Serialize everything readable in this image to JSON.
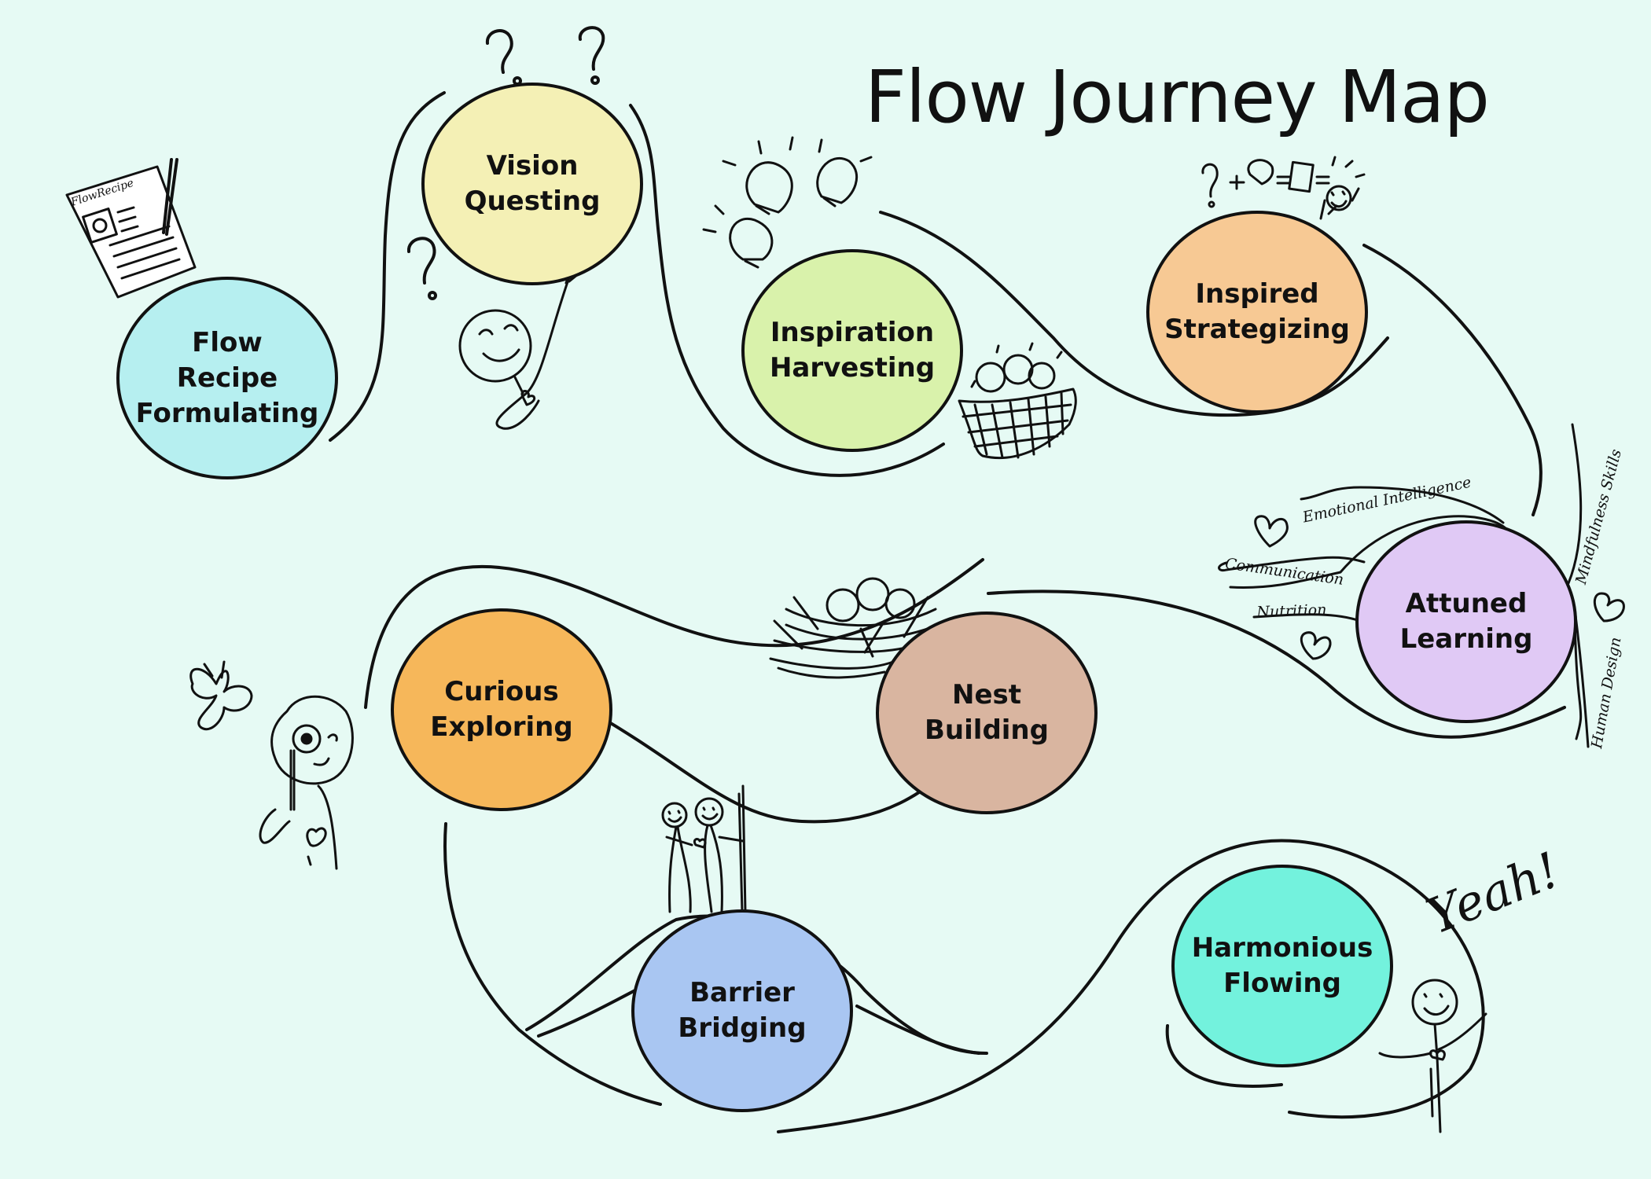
{
  "title": "Flow Journey Map",
  "stages": [
    {
      "id": "flow-recipe-formulating",
      "lines": [
        "Flow",
        "Recipe",
        "Formulating"
      ],
      "color": "#b6eff0"
    },
    {
      "id": "vision-questing",
      "lines": [
        "Vision",
        "Questing"
      ],
      "color": "#f4f0b5"
    },
    {
      "id": "inspiration-harvesting",
      "lines": [
        "Inspiration",
        "Harvesting"
      ],
      "color": "#d9f2ab"
    },
    {
      "id": "inspired-strategizing",
      "lines": [
        "Inspired",
        "Strategizing"
      ],
      "color": "#f7c994"
    },
    {
      "id": "attuned-learning",
      "lines": [
        "Attuned",
        "Learning"
      ],
      "color": "#e0c9f5"
    },
    {
      "id": "nest-building",
      "lines": [
        "Nest",
        "Building"
      ],
      "color": "#d9b5a0"
    },
    {
      "id": "curious-exploring",
      "lines": [
        "Curious",
        "Exploring"
      ],
      "color": "#f6b75a"
    },
    {
      "id": "barrier-bridging",
      "lines": [
        "Barrier",
        "Bridging"
      ],
      "color": "#a9c6f2"
    },
    {
      "id": "harmonious-flowing",
      "lines": [
        "Harmonious",
        "Flowing"
      ],
      "color": "#73f2dd"
    }
  ],
  "learning_branches": [
    "Emotional Intelligence",
    "Communication",
    "Nutrition",
    "Mindfulness Skills",
    "Human Design"
  ],
  "recipe_card_label": "FlowRecipe",
  "exclamation": "Yeah!",
  "icons": [
    "recipe-card-icon",
    "pencil-icon",
    "question-mark-icon",
    "lightbulb-icon",
    "basket-icon",
    "strategy-icons",
    "heart-icon",
    "nest-icon",
    "butterfly-icon",
    "magnifier-figure-icon",
    "stick-figure-icon"
  ]
}
